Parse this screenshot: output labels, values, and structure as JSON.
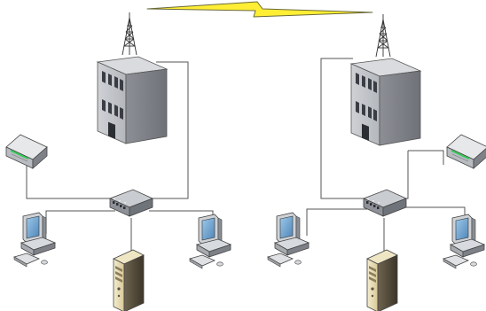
{
  "diagram": {
    "type": "network-topology",
    "sites": [
      {
        "id": "left-site",
        "tower": "building-with-antenna",
        "hub": "network-switch",
        "devices": [
          "modem",
          "desktop-computer",
          "desktop-computer",
          "tower-server"
        ]
      },
      {
        "id": "right-site",
        "tower": "building-with-antenna",
        "hub": "network-switch",
        "devices": [
          "modem",
          "desktop-computer",
          "desktop-computer",
          "tower-server"
        ]
      }
    ],
    "link": "wireless-lightning-bolt",
    "colors": {
      "wire": "#555555",
      "bolt": "#ffee33",
      "bolt_outline": "#6a6a3a",
      "building": "#a9acb2",
      "modem_led": "#33cc55",
      "server": "#e4d6a8"
    }
  }
}
